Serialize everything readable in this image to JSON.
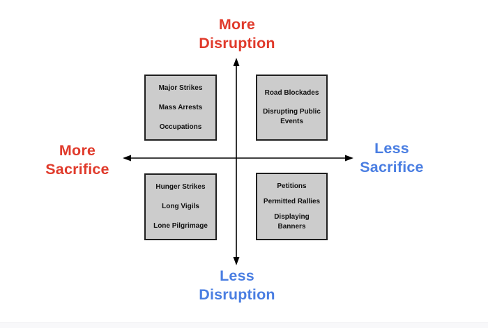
{
  "axis_labels": {
    "top": {
      "line1": "More",
      "line2": "Disruption"
    },
    "bottom": {
      "line1": "Less",
      "line2": "Disruption"
    },
    "left": {
      "line1": "More",
      "line2": "Sacrifice"
    },
    "right": {
      "line1": "Less",
      "line2": "Sacrifice"
    }
  },
  "quadrants": {
    "top_left": {
      "items": [
        "Major Strikes",
        "Mass Arrests",
        "Occupations"
      ]
    },
    "top_right": {
      "items": [
        "Road Blockades",
        "Disrupting Public\nEvents"
      ]
    },
    "bottom_left": {
      "items": [
        "Hunger Strikes",
        "Long Vigils",
        "Lone Pilgrimage"
      ]
    },
    "bottom_right": {
      "items": [
        "Petitions",
        "Permitted Rallies",
        "Displaying\nBanners"
      ]
    }
  },
  "colors": {
    "more_color": "#e03a2b",
    "less_color": "#4a7ee2",
    "box_fill": "#cccccc",
    "box_border": "#1f1f1f",
    "axis_color": "#000000"
  }
}
